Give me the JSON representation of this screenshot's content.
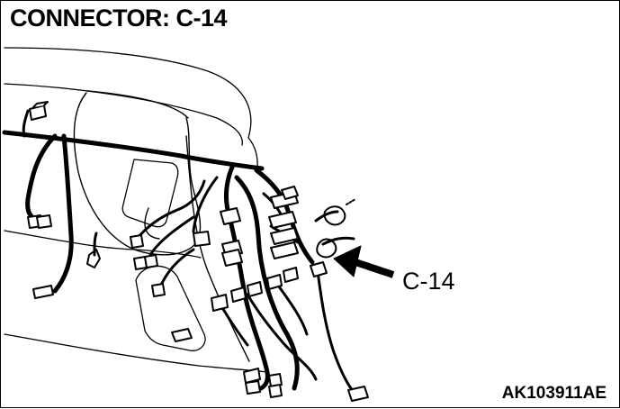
{
  "header": {
    "title": "CONNECTOR: C-14"
  },
  "callout": {
    "label": "C-14"
  },
  "footer": {
    "figure_code": "AK103911AE"
  },
  "colors": {
    "ink": "#000000",
    "paper": "#ffffff"
  }
}
